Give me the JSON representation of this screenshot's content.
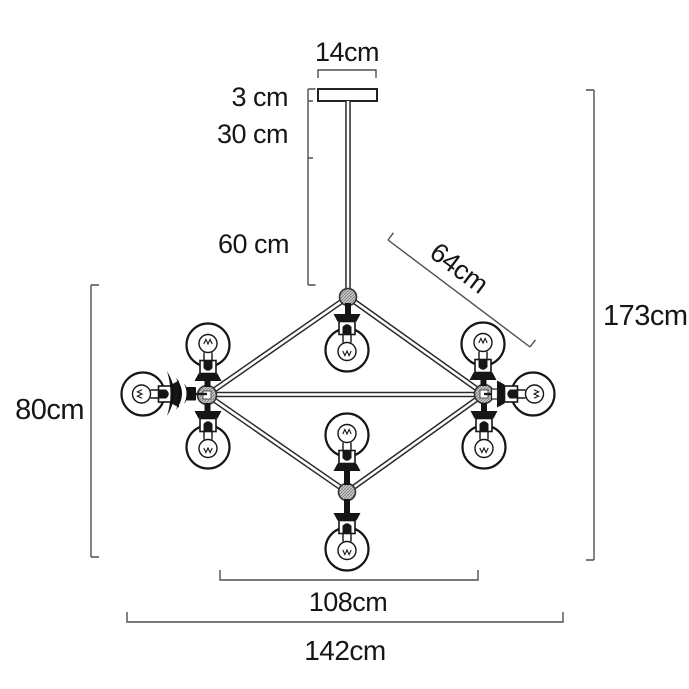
{
  "diagram": {
    "subject": "chandelier dimension drawing",
    "labels": {
      "canopy_width": "14cm",
      "canopy_thickness": "3 cm",
      "upper_rod": "30 cm",
      "lower_rod": "60 cm",
      "arm_length": "64cm",
      "overall_height": "173cm",
      "body_height": "80cm",
      "inner_span": "108cm",
      "overall_width": "142cm"
    },
    "colors": {
      "background": "#ffffff",
      "fixture_line": "#1a1a1a",
      "dimension_line": "#4f4f4f",
      "label_text": "#161616",
      "hub_fill": "#cfcfcf"
    }
  }
}
